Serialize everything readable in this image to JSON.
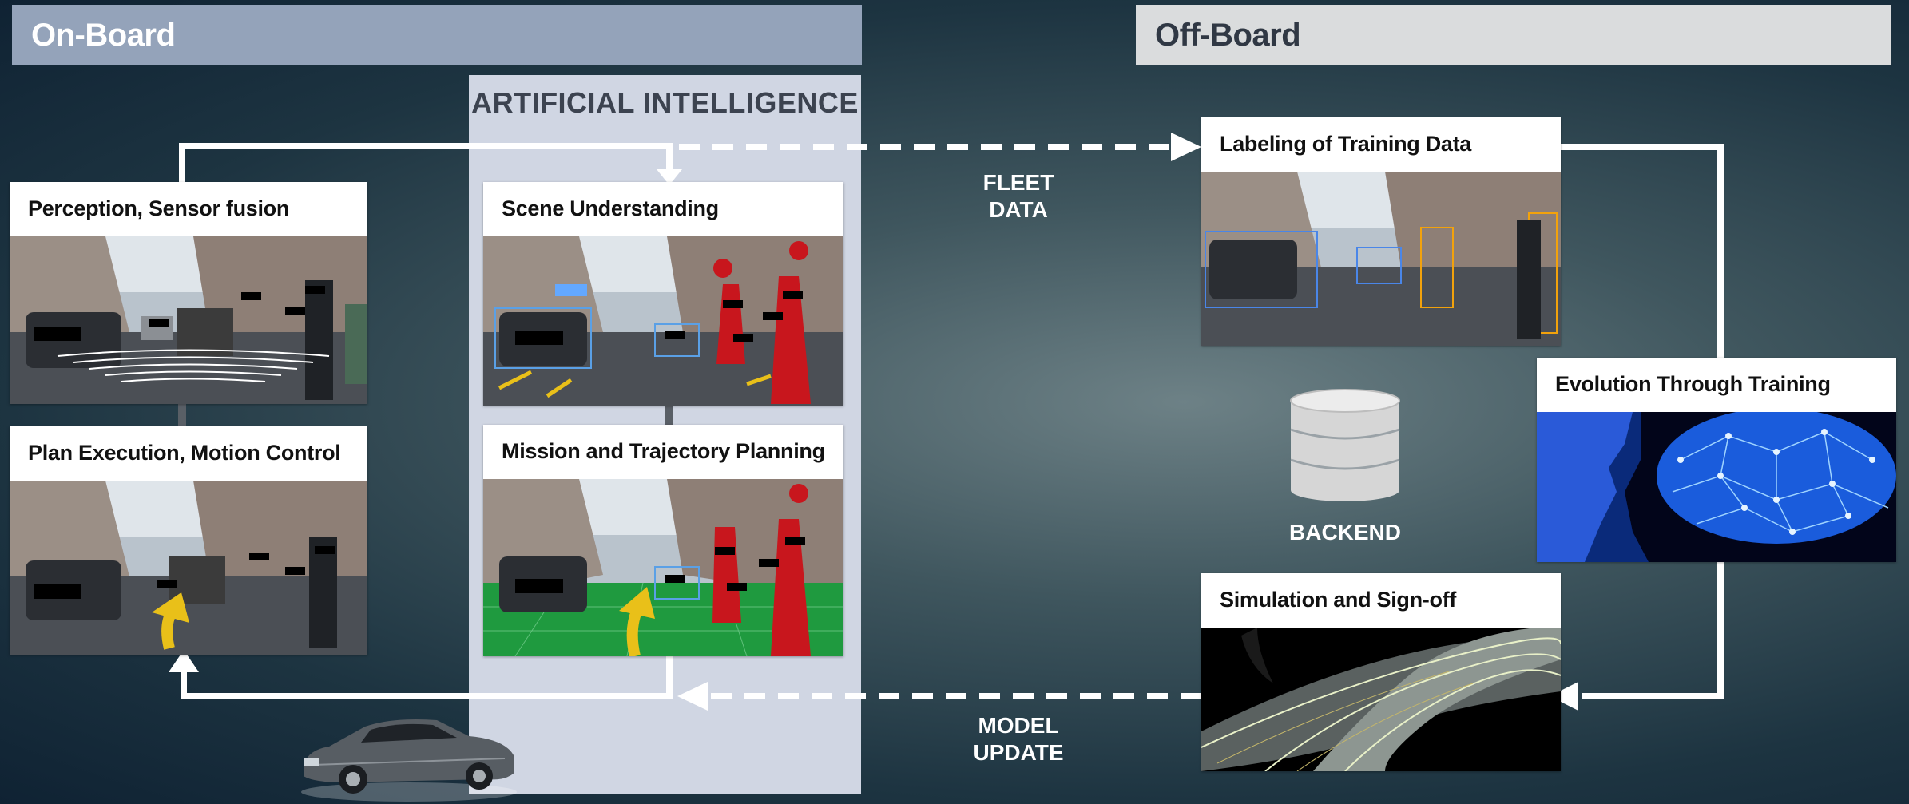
{
  "headers": {
    "onboard": "On-Board",
    "offboard": "Off-Board"
  },
  "ai_panel": {
    "title": "ARTIFICIAL INTELLIGENCE"
  },
  "cards": {
    "perception": "Perception, Sensor fusion",
    "plan_execution": "Plan Execution, Motion Control",
    "scene": "Scene Understanding",
    "mission": "Mission and Trajectory Planning",
    "labeling": "Labeling of Training Data",
    "evolution": "Evolution Through Training",
    "simulation": "Simulation and Sign-off"
  },
  "flow_labels": {
    "fleet_line1": "FLEET",
    "fleet_line2": "DATA",
    "model_line1": "MODEL",
    "model_line2": "UPDATE",
    "backend": "BACKEND"
  },
  "colors": {
    "onboard_band": "#94a3ba",
    "offboard_band": "#dadcdd",
    "ai_panel": "#d0d6e3",
    "arrow": "#ffffff",
    "label_box_blue": "#4a86e8",
    "label_box_orange": "#f2a20c",
    "segmentation_red": "#c8161d",
    "drivable_green": "#1f9a3f",
    "trajectory_yellow": "#e9c019",
    "neural_blue": "#1e6cff"
  }
}
